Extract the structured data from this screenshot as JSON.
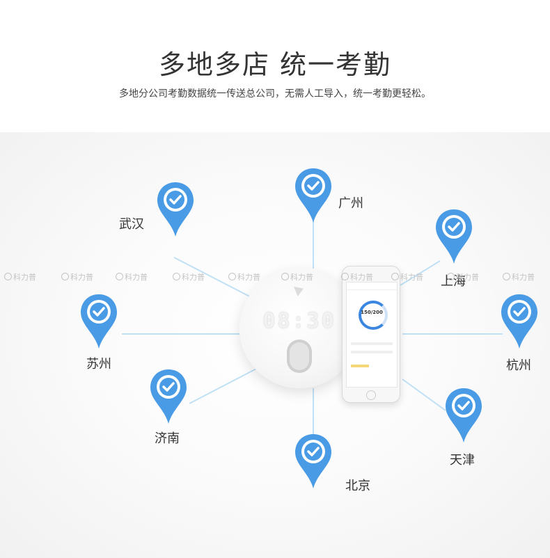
{
  "header": {
    "title": "多地多店 统一考勤",
    "subtitle": "多地分公司考勤数据统一传送总公司，无需人工导入，统一考勤更轻松。"
  },
  "device": {
    "display_time": "08:30"
  },
  "phone": {
    "count_text": "150/200"
  },
  "cities": {
    "wuhan": "武汉",
    "guangzhou": "广州",
    "shanghai": "上海",
    "suzhou": "苏州",
    "hangzhou": "杭州",
    "jinan": "济南",
    "tianjin": "天津",
    "beijing": "北京"
  },
  "watermark": {
    "text": "科力普"
  },
  "colors": {
    "pin_blue": "#4a9be5",
    "line_blue": "#bfe0f5"
  }
}
